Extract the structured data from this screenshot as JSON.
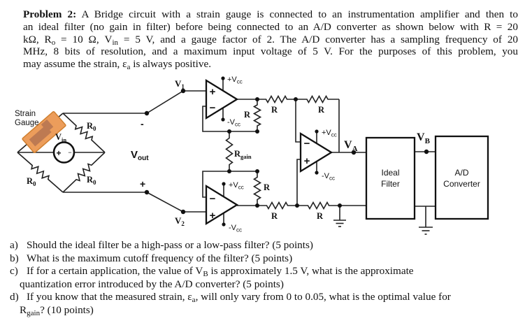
{
  "header": {
    "line1_bold": "Problem 2:",
    "line1_rest": " A Bridge circuit with a strain gauge is connected to an instrumentation amplifier and then to",
    "line2": "an ideal filter (no gain in filter) before being connected to an A/D converter as shown below with R = 20",
    "line3_a": "kΩ, R",
    "line3_sub_a": "o",
    "line3_b": " = 10 Ω, V",
    "line3_sub_b": "in",
    "line3_c": " = 5 V, and a gauge factor of 2.  The A/D converter has a sampling frequency of 20",
    "line4": "MHz, 8 bits of resolution, and a maximum input voltage of 5 V.  For the purposes of this problem, you",
    "line5_a": "may assume the strain, ε",
    "line5_sub": "a",
    "line5_b": " is always positive."
  },
  "questions": {
    "a": {
      "marker": "a)",
      "text": "Should the ideal filter be a high-pass or a low-pass filter? (5 points)"
    },
    "b": {
      "marker": "b)",
      "text": "What is the maximum cutoff frequency of the filter? (5 points)"
    },
    "c": {
      "marker": "c)",
      "line1_a": "If for a certain application, the value of V",
      "line1_sub": "B",
      "line1_b": " is approximately 1.5 V, what is the approximate",
      "line2": "quantization error introduced by the A/D converter? (5 points)"
    },
    "d": {
      "marker": "d)",
      "line1_a": "If you know that the measured strain, ε",
      "line1_sub": "a",
      "line1_b": ", will only vary from 0 to 0.05, what is the optimal value for",
      "line2_a": "R",
      "line2_sub": "gain",
      "line2_b": "? (10 points)"
    }
  },
  "circuit": {
    "strain_gauge": {
      "line1": "Strain",
      "line2": "Gauge"
    },
    "filter_box": {
      "line1": "Ideal",
      "line2": "Filter"
    },
    "adc_box": {
      "line1": "A/D",
      "line2": "Converter"
    },
    "labels": {
      "r": "R",
      "r0_main": "R",
      "r0_sub": "0",
      "rgain_main": "R",
      "rgain_sub": "gain",
      "vin_main": "V",
      "vin_sub": "in",
      "vout_main": "V",
      "vout_sub": "out",
      "v1_main": "V",
      "v1_sub": "1",
      "v2_main": "V",
      "v2_sub": "2",
      "va_main": "V",
      "va_sub": "A",
      "vb_main": "V",
      "vb_sub": "B",
      "vcc_plus_main": "+V",
      "vcc_minus_main": "-V",
      "vcc_sub": "cc",
      "pol_minus": "-",
      "pol_plus": "+",
      "op_minus": "−",
      "op_plus": "+",
      "src_plus": "+",
      "src_minus": "−"
    },
    "colors": {
      "vcc_blue": "#3b3bb0",
      "wire": "#222222",
      "gauge_body": "#EC9D5B",
      "gauge_border": "#D08030",
      "gauge_inner": "#BD7A52"
    }
  }
}
